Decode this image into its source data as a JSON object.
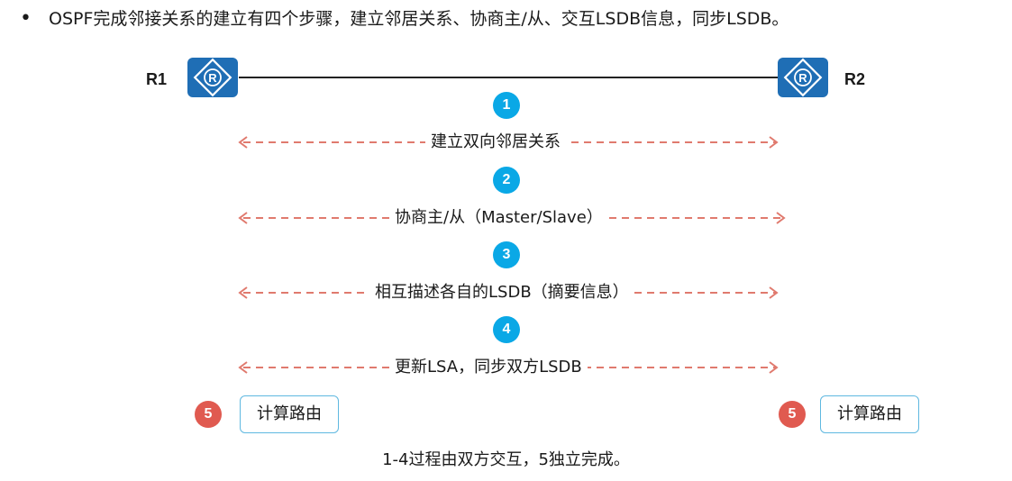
{
  "bullet": {
    "symbol": "•",
    "text": "OSPF完成邻接关系的建立有四个步骤，建立邻居关系、协商主/从、交互LSDB信息，同步LSDB。"
  },
  "routers": {
    "left_label": "R1",
    "right_label": "R2",
    "icon_letter": "R"
  },
  "steps": [
    {
      "number": "1",
      "label": "建立双向邻居关系"
    },
    {
      "number": "2",
      "label": "协商主/从（Master/Slave）"
    },
    {
      "number": "3",
      "label": "相互描述各自的LSDB（摘要信息）"
    },
    {
      "number": "4",
      "label": "更新LSA，同步双方LSDB"
    }
  ],
  "step5": {
    "number": "5",
    "left_box": "计算路由",
    "right_box": "计算路由"
  },
  "footer": "1-4过程由双方交互，5独立完成。",
  "colors": {
    "router_blue": "#1f6eb5",
    "step_blue": "#0aa8e6",
    "step_red": "#e05a50",
    "arrow_red": "#e07a6e",
    "box_border": "#5fb8e0"
  }
}
